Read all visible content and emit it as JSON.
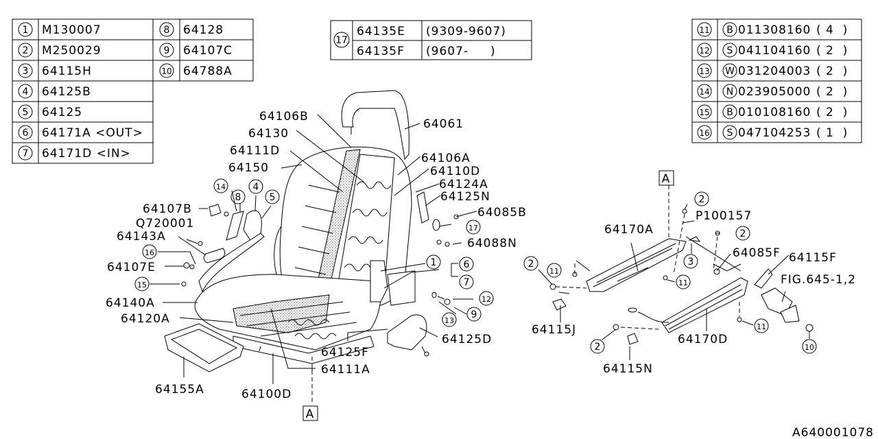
{
  "legend_left": {
    "col1": [
      {
        "ref": "1",
        "part": "M130007"
      },
      {
        "ref": "2",
        "part": "M250029"
      },
      {
        "ref": "3",
        "part": "64115H"
      },
      {
        "ref": "4",
        "part": "64125B"
      },
      {
        "ref": "5",
        "part": "64125"
      },
      {
        "ref": "6",
        "part": "64171A <OUT>"
      },
      {
        "ref": "7",
        "part": "64171D <IN>"
      }
    ],
    "col2": [
      {
        "ref": "8",
        "part": "64128"
      },
      {
        "ref": "9",
        "part": "64107C"
      },
      {
        "ref": "10",
        "part": "64788A"
      }
    ]
  },
  "legend_center": {
    "ref": "17",
    "rows": [
      {
        "part": "64135E",
        "range": "(9309-9607)"
      },
      {
        "part": "64135F",
        "range": "(9607-     )"
      }
    ]
  },
  "legend_right": [
    {
      "ref": "11",
      "type": "B",
      "part": "011308160",
      "qty": "( 4  )"
    },
    {
      "ref": "12",
      "type": "S",
      "part": "041104160",
      "qty": "( 2  )"
    },
    {
      "ref": "13",
      "type": "W",
      "part": "031204003",
      "qty": "( 2  )"
    },
    {
      "ref": "14",
      "type": "N",
      "part": "023905000",
      "qty": "( 2  )"
    },
    {
      "ref": "15",
      "type": "B",
      "part": "010108160",
      "qty": "( 2  )"
    },
    {
      "ref": "16",
      "type": "S",
      "part": "047104253",
      "qty": "( 1  )"
    }
  ],
  "callouts": {
    "p64106B": "64106B",
    "p64130": "64130",
    "p64111D": "64111D",
    "p64150": "64150",
    "p64061": "64061",
    "p64106A": "64106A",
    "p64110D": "64110D",
    "p64124A": "64124A",
    "p64125N": "64125N",
    "p64085B": "64085B",
    "p64088N": "64088N",
    "p64107B": "64107B",
    "q720001": "Q720001",
    "p64143A": "64143A",
    "p64107E": "64107E",
    "p64140A": "64140A",
    "p64120A": "64120A",
    "p64155A": "64155A",
    "p64100D": "64100D",
    "p64111A": "64111A",
    "p64125F": "64125F",
    "p64125D": "64125D",
    "p64170A": "64170A",
    "p100157": "P100157",
    "p64085F": "64085F",
    "p64115F": "64115F",
    "fig": "FIG.645-1,2",
    "p64115J": "64115J",
    "p64170D": "64170D",
    "p64115N": "64115N"
  },
  "ref_markers": {
    "r1": "1",
    "r2": "2",
    "r3": "3",
    "r4": "4",
    "r5": "5",
    "r6": "6",
    "r7": "7",
    "r8": "8",
    "r9": "9",
    "r10": "10",
    "r11": "11",
    "r12": "12",
    "r13": "13",
    "r14": "14",
    "r15": "15",
    "r16": "16",
    "r17": "17"
  },
  "section_marker": "A",
  "drawing_number": "A640001078"
}
